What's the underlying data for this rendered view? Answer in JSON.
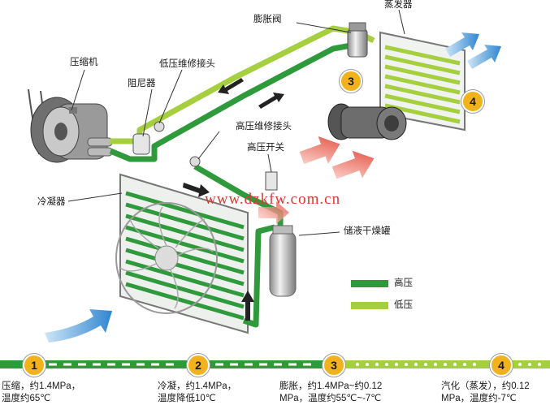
{
  "labels": {
    "compressor": "压缩机",
    "damper": "阻尼器",
    "low_service": "低压维修接头",
    "high_service": "高压维修接头",
    "high_switch": "高压开关",
    "condenser": "冷凝器",
    "expansion_valve": "膨胀阀",
    "evaporator": "蒸发器",
    "receiver_drier": "储液干燥罐"
  },
  "legend": {
    "high": {
      "label": "高压",
      "color": "#2f9a3c"
    },
    "low": {
      "label": "低压",
      "color": "#a6cf3f"
    }
  },
  "watermark": "www.dzkfw.com.cn",
  "component_badges": [
    "3",
    "4"
  ],
  "steps": [
    {
      "num": "1",
      "line1": "压缩，约1.4MPa，",
      "line2": "温度约65℃"
    },
    {
      "num": "2",
      "line1": "冷凝，约1.4MPa，",
      "line2": "温度降低10℃"
    },
    {
      "num": "3",
      "line1": "膨胀，约1.4MPa~约0.12",
      "line2": "MPa，温度约55℃~-7℃"
    },
    {
      "num": "4",
      "line1": "汽化（蒸发），约0.12",
      "line2": "MPa，温度约-7℃"
    }
  ],
  "colors": {
    "high_pressure": "#2f9a3c",
    "low_pressure": "#a6cf3f",
    "badge": "#f2b21b",
    "air_cold": "#3b8fd6",
    "air_warm": "#e8584a"
  }
}
